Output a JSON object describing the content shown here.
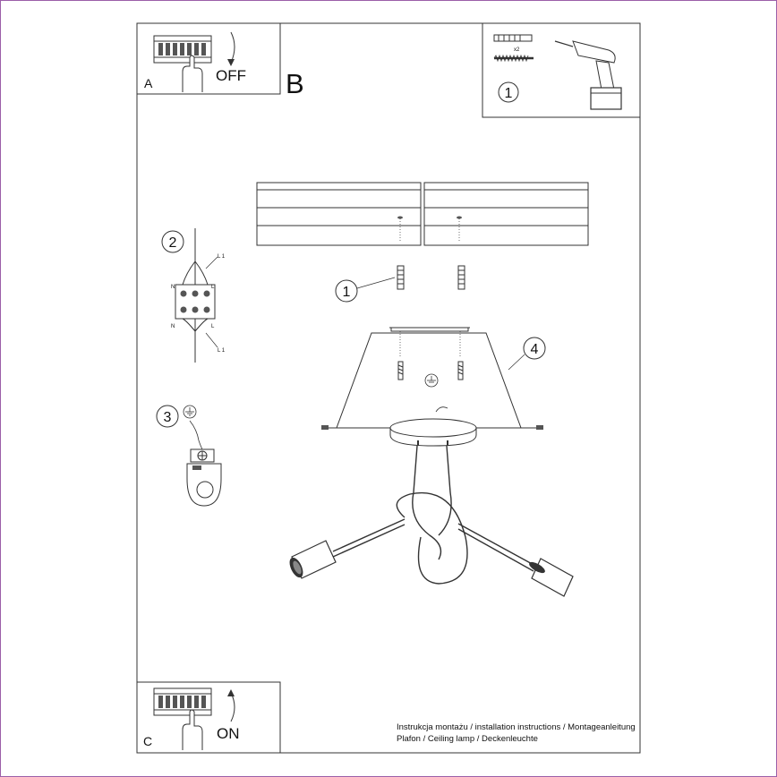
{
  "panels": {
    "a": {
      "letter": "A",
      "state": "OFF"
    },
    "b": {
      "letter": "B"
    },
    "c": {
      "letter": "C",
      "state": "ON"
    }
  },
  "tools": {
    "step": "1",
    "quantity": "x2"
  },
  "wiring": {
    "step": "2",
    "neutral_top": "N",
    "neutral_bottom": "N",
    "live_top": "L 1",
    "live_bottom": "L 1",
    "live_top_inner": "L",
    "live_bottom_inner": "L"
  },
  "earth": {
    "step": "3"
  },
  "assembly": {
    "screw_step": "1",
    "canopy_step": "4"
  },
  "footer": {
    "line1": "Instrukcja montażu / installation instructions / Montageanleitung",
    "line2": "Plafon / Ceiling lamp / Deckenleuchte"
  },
  "colors": {
    "frame": "#9b5fa8",
    "line": "#222222"
  }
}
